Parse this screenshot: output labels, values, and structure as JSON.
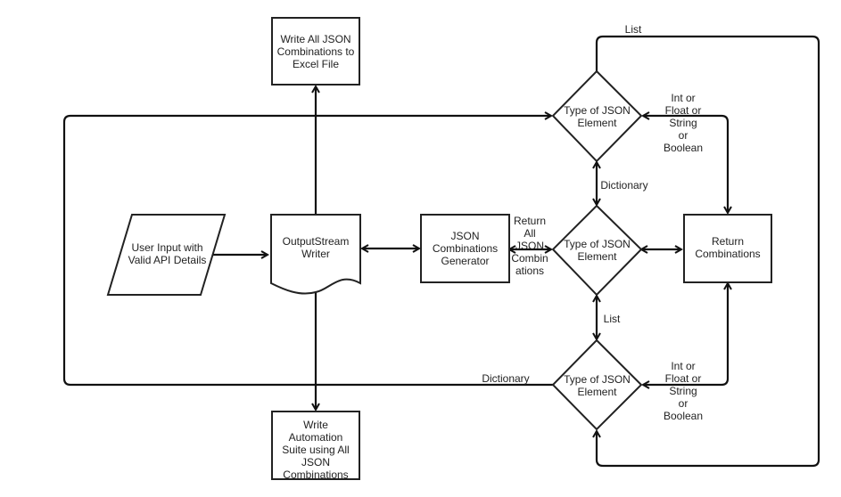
{
  "diagram": {
    "type": "flowchart",
    "nodes": {
      "user_input": {
        "shape": "parallelogram",
        "label": "User Input with\nValid API Details"
      },
      "output_stream": {
        "shape": "document",
        "label": "OutputStream\nWriter"
      },
      "write_excel": {
        "shape": "rectangle",
        "label": "Write All JSON\nCombinations to\nExcel File"
      },
      "write_suite": {
        "shape": "rectangle",
        "label": "Write\nAutomation\nSuite using All\nJSON\nCombinations"
      },
      "generator": {
        "shape": "rectangle",
        "label": "JSON\nCombinations\nGenerator"
      },
      "decision_top": {
        "shape": "diamond",
        "label": "Type of JSON\nElement"
      },
      "decision_mid": {
        "shape": "diamond",
        "label": "Type of JSON\nElement"
      },
      "decision_bottom": {
        "shape": "diamond",
        "label": "Type of JSON\nElement"
      },
      "return_combinations": {
        "shape": "rectangle",
        "label": "Return\nCombinations"
      }
    },
    "edge_labels": {
      "list_top": "List",
      "primitive_top": "Int or\nFloat or\nString\nor\nBoolean",
      "dictionary_mid": "Dictionary",
      "return_all": "Return\nAll\nJSON\nCombin\nations",
      "list_mid": "List",
      "dictionary_bottom": "Dictionary",
      "primitive_bottom": "Int or\nFloat or\nString\nor\nBoolean"
    },
    "edges": [
      {
        "from": "user_input",
        "to": "output_stream",
        "label": ""
      },
      {
        "from": "output_stream",
        "to": "write_excel",
        "label": ""
      },
      {
        "from": "output_stream",
        "to": "write_suite",
        "label": ""
      },
      {
        "from": "output_stream",
        "to": "generator",
        "label": "",
        "bidirectional": true
      },
      {
        "from": "generator",
        "to": "decision_mid",
        "label": "Return All JSON Combinations",
        "bidirectional": true
      },
      {
        "from": "decision_mid",
        "to": "return_combinations",
        "label": "",
        "bidirectional": true
      },
      {
        "from": "decision_mid",
        "to": "decision_top",
        "label": "Dictionary",
        "bidirectional": true
      },
      {
        "from": "decision_mid",
        "to": "decision_bottom",
        "label": "List",
        "bidirectional": true
      },
      {
        "from": "decision_top",
        "to": "decision_bottom",
        "label": "List"
      },
      {
        "from": "decision_bottom",
        "to": "decision_top",
        "label": "Dictionary"
      },
      {
        "from": "return_combinations",
        "to": "decision_top",
        "label": "Int or Float or String or Boolean",
        "bidirectional": true
      },
      {
        "from": "return_combinations",
        "to": "decision_bottom",
        "label": "Int or Float or String or Boolean",
        "bidirectional": true
      }
    ]
  }
}
